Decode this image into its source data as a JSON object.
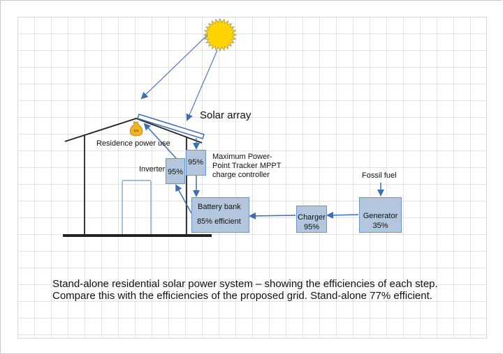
{
  "diagram": {
    "title_label": "Solar array",
    "residence_label": "Residence power use",
    "inverter_label": "Inverter",
    "inverter_value": "95%",
    "mppt_value": "95%",
    "mppt_label_lines": [
      "Maximum Power-",
      "Point Tracker MPPT",
      "charge controller"
    ],
    "battery_title": "Battery bank",
    "battery_value": "85% efficient",
    "charger_title": "Charger",
    "charger_value": "95%",
    "generator_title": "Generator",
    "generator_value": "35%",
    "fossil_label": "Fossil fuel",
    "caption_lines": [
      "Stand-alone residential solar power system – showing the efficiencies of each step.",
      "Compare this with the efficiencies  of the proposed grid. Stand-alone 77% efficient."
    ],
    "icons": [
      "sun-icon",
      "light-bulb-icon",
      "solar-panel-icon",
      "house-outline",
      "door-outline"
    ],
    "colors": {
      "box_fill": "#b3c6de",
      "box_border": "#6f95c2",
      "arrow": "#3e6db0",
      "sun": "#ffd400",
      "bulb": "#f0b429"
    }
  }
}
